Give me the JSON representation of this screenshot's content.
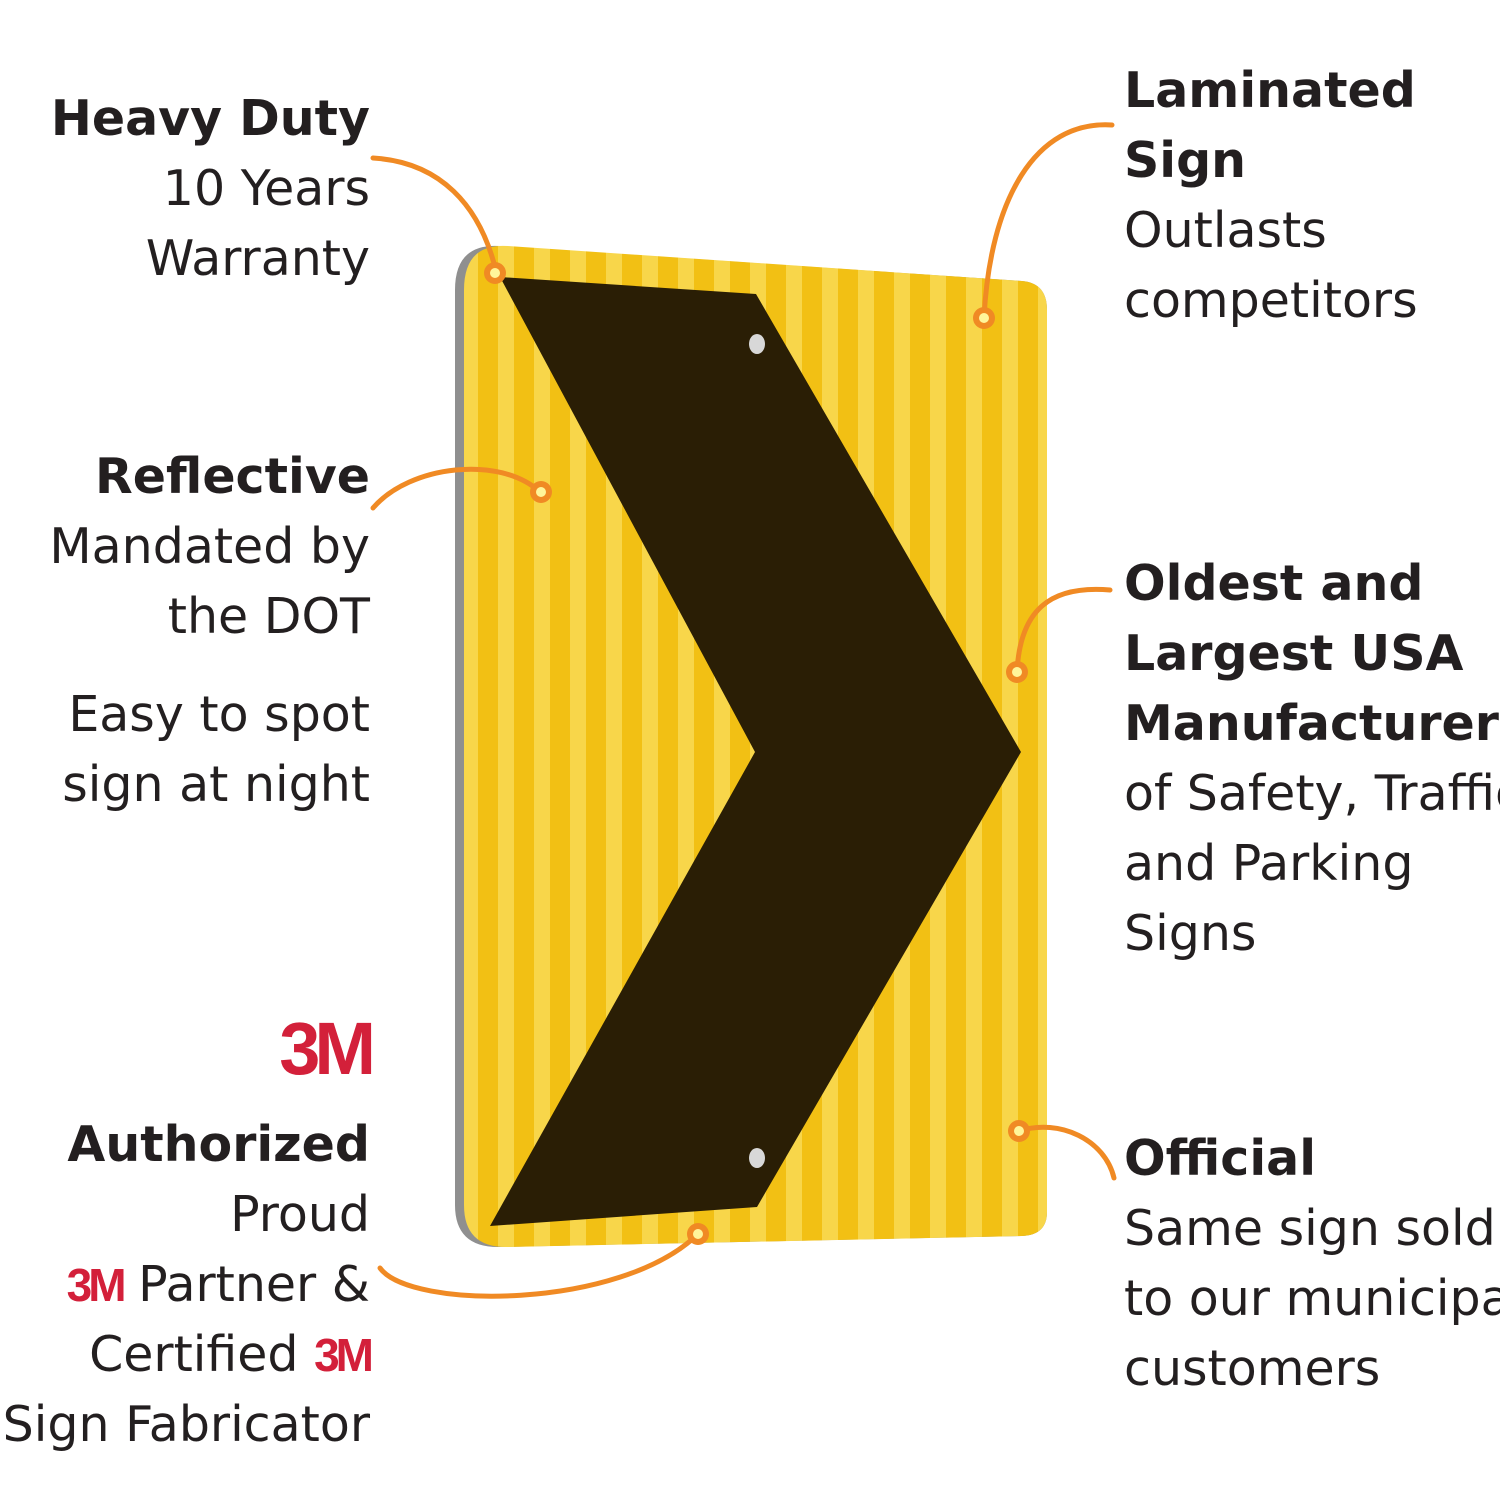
{
  "colors": {
    "text": "#231f20",
    "callout_orange": "#f08a24",
    "sign_yellow": "#f2c014",
    "sign_yellow_light": "#f7d23e",
    "chevron": "#2a1e05",
    "sign_edge": "#8f8f8f",
    "brand_red": "#d3203a"
  },
  "callouts": {
    "heavy_duty": {
      "title": "Heavy Duty",
      "line1": "10 Years",
      "line2": "Warranty"
    },
    "reflective": {
      "title": "Reflective",
      "line1": "Mandated by",
      "line2": "the DOT",
      "line3": "Easy to spot",
      "line4": "sign at night"
    },
    "authorized": {
      "logo": "3M",
      "title": "Authorized",
      "line1": "Proud",
      "partner_logo": "3M",
      "partner_text": "Partner &",
      "certified_text": "Certified",
      "certified_logo": "3M",
      "line4": "Sign Fabricator"
    },
    "laminated": {
      "title_line1": "Laminated",
      "title_line2": "Sign",
      "line1": "Outlasts",
      "line2": "competitors"
    },
    "oldest": {
      "title_line1": "Oldest and",
      "title_line2": "Largest USA",
      "title_line3": "Manufacturer",
      "line1": "of Safety, Traffic",
      "line2": "and Parking",
      "line3": "Signs"
    },
    "official": {
      "title": "Official",
      "line1": "Same sign sold",
      "line2": "to our municipal",
      "line3": "customers"
    }
  }
}
